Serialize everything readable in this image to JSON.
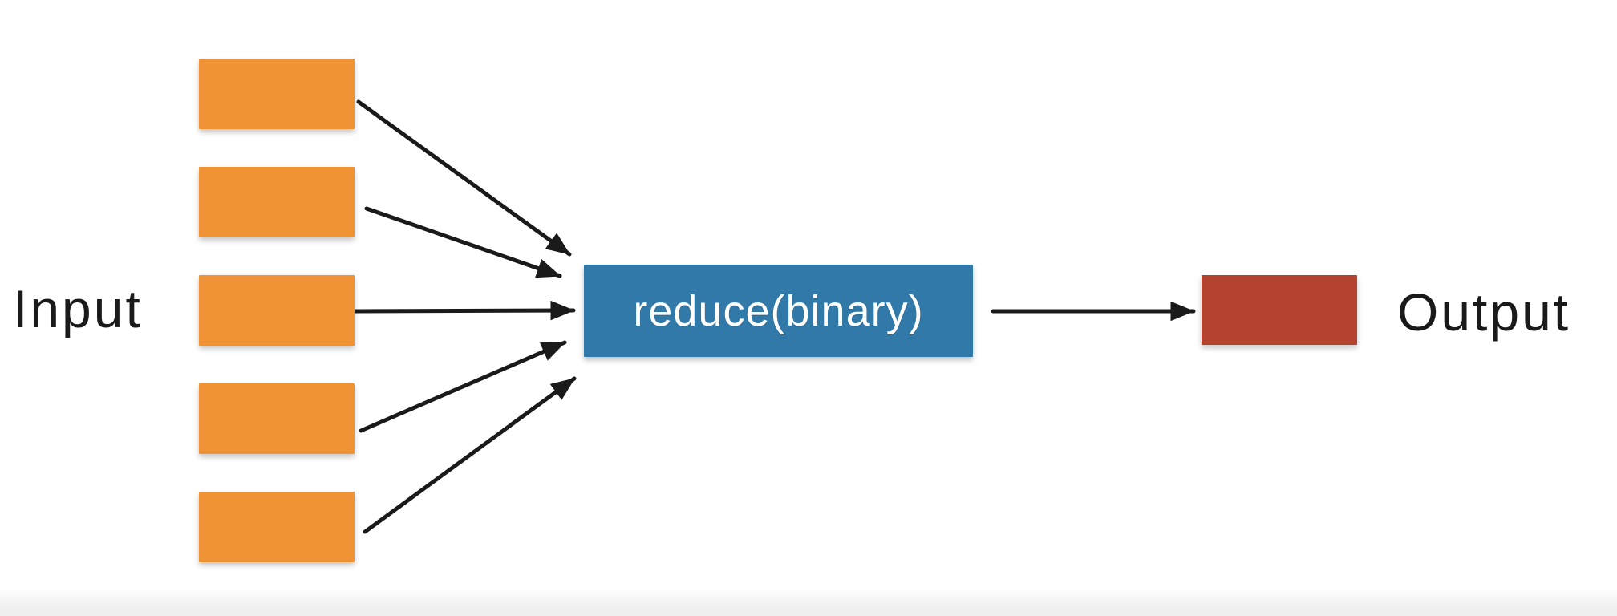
{
  "diagram": {
    "type": "dataflow-reduce",
    "labels": {
      "input": "Input",
      "output": "Output"
    },
    "process": {
      "label": "reduce(binary)"
    },
    "input_block_count": 5,
    "edges": [
      {
        "from": "input-block-1",
        "to": "reduce-box"
      },
      {
        "from": "input-block-2",
        "to": "reduce-box"
      },
      {
        "from": "input-block-3",
        "to": "reduce-box"
      },
      {
        "from": "input-block-4",
        "to": "reduce-box"
      },
      {
        "from": "input-block-5",
        "to": "reduce-box"
      },
      {
        "from": "reduce-box",
        "to": "output-block"
      }
    ]
  },
  "colors": {
    "input_block": "#EF9335",
    "process_block": "#3179A8",
    "process_text": "#FFFFFF",
    "output_block": "#B3432F",
    "arrow": "#1A1A1A",
    "label_text": "#1A1A1A",
    "background": "#FFFFFF",
    "bottom_band": "#F1F1F1"
  }
}
